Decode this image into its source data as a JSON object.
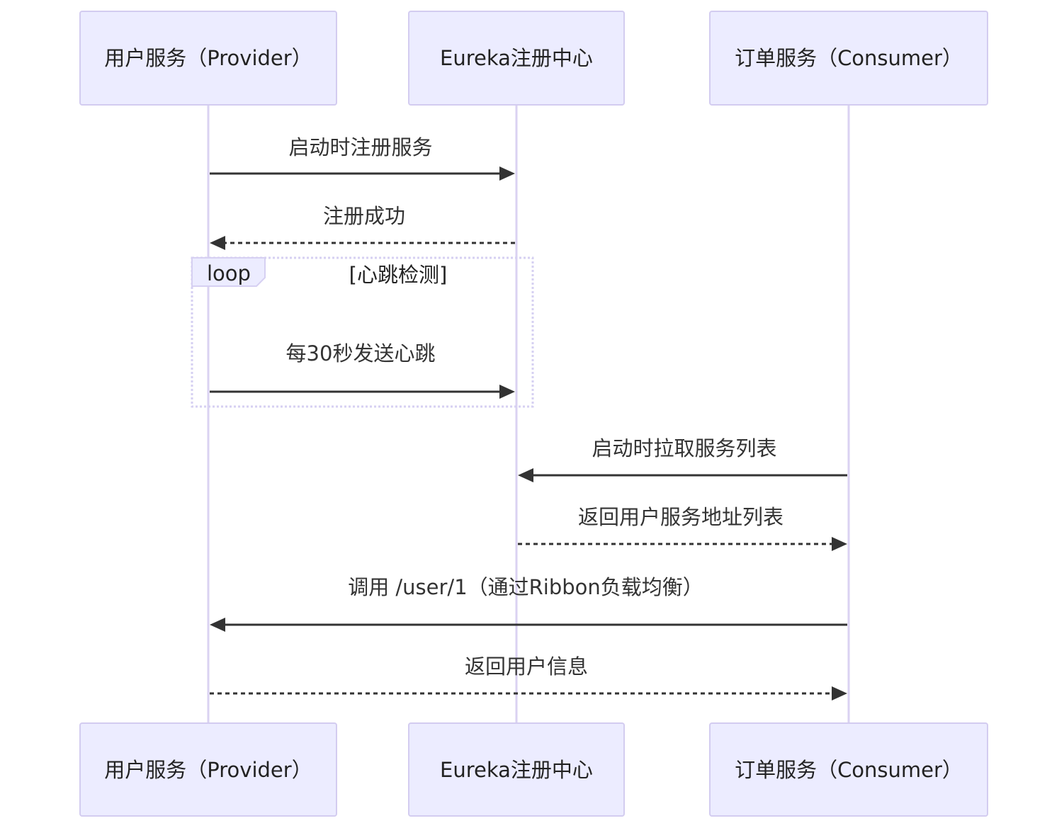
{
  "actors": [
    {
      "id": "provider",
      "label": "用户服务（Provider）"
    },
    {
      "id": "eureka",
      "label": "Eureka注册中心"
    },
    {
      "id": "consumer",
      "label": "订单服务（Consumer）"
    }
  ],
  "messages": [
    {
      "from": "provider",
      "to": "eureka",
      "text": "启动时注册服务",
      "style": "solid"
    },
    {
      "from": "eureka",
      "to": "provider",
      "text": "注册成功",
      "style": "dashed"
    },
    {
      "from": "provider",
      "to": "eureka",
      "text": "每30秒发送心跳",
      "style": "solid"
    },
    {
      "from": "consumer",
      "to": "eureka",
      "text": "启动时拉取服务列表",
      "style": "solid"
    },
    {
      "from": "eureka",
      "to": "consumer",
      "text": "返回用户服务地址列表",
      "style": "dashed"
    },
    {
      "from": "consumer",
      "to": "provider",
      "text": "调用 /user/1（通过Ribbon负载均衡）",
      "style": "solid"
    },
    {
      "from": "provider",
      "to": "consumer",
      "text": "返回用户信息",
      "style": "dashed"
    }
  ],
  "loop": {
    "label": "loop",
    "condition": "[心跳检测]"
  }
}
